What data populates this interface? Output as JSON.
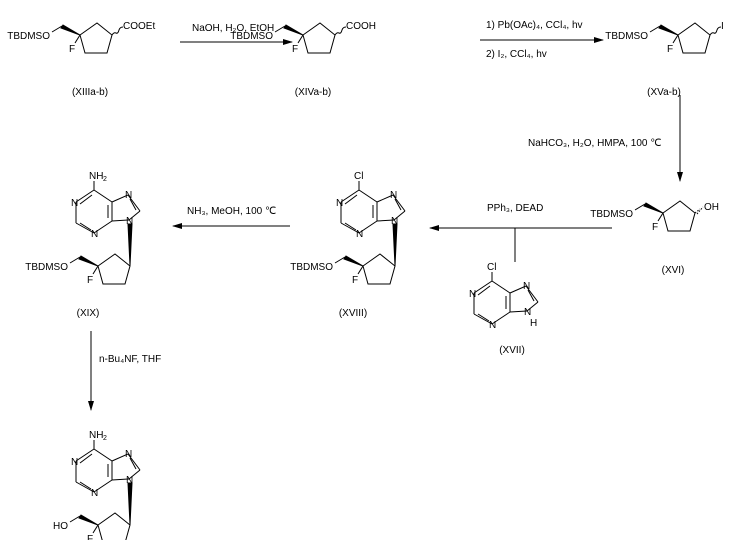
{
  "compounds": {
    "c13": {
      "label": "(XIIIa-b)",
      "protect": "TBDMSO",
      "f": "F",
      "sub": "COOEt"
    },
    "c14": {
      "label": "(XIVa-b)",
      "protect": "TBDMSO",
      "f": "F",
      "sub": "COOH"
    },
    "c15": {
      "label": "(XVa-b)",
      "protect": "TBDMSO",
      "f": "F",
      "sub": "I"
    },
    "c16": {
      "label": "(XVI)",
      "protect": "TBDMSO",
      "f": "F",
      "sub": "OH"
    },
    "c17": {
      "label": "(XVII)",
      "top": "Cl",
      "n": "N",
      "nh": "N",
      "h": "H"
    },
    "c18": {
      "label": "(XVIII)",
      "protect": "TBDMSO",
      "f": "F",
      "top": "Cl",
      "n": "N"
    },
    "c19": {
      "label": "(XIX)",
      "protect": "TBDMSO",
      "f": "F",
      "top": "NH",
      "top_sub": "2",
      "n": "N"
    },
    "final": {
      "protect": "HO",
      "f": "F",
      "top": "NH",
      "top_sub": "2",
      "n": "N"
    }
  },
  "reagents": {
    "r1": "NaOH, H₂O, EtOH",
    "r2a": "1) Pb(OAc)₄, CCl₄, hv",
    "r2b": "2) I₂, CCl₄, hv",
    "r3": "NaHCO₃, H₂O, HMPA, 100 ℃",
    "r4": "PPh₃, DEAD",
    "r5": "NH₃, MeOH, 100 ℃",
    "r6": "n-Bu₄NF, THF"
  }
}
